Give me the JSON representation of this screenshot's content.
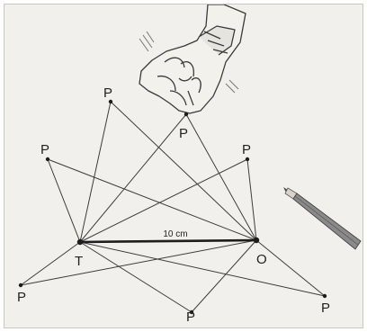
{
  "figure": {
    "base_points": [
      {
        "id": "T",
        "label": "T"
      },
      {
        "id": "O",
        "label": "O"
      }
    ],
    "baseline_label": "10 cm",
    "p_points": [
      {
        "id": "p1",
        "label": "P"
      },
      {
        "id": "p2",
        "label": "P"
      },
      {
        "id": "p3",
        "label": "P"
      },
      {
        "id": "p4",
        "label": "P"
      },
      {
        "id": "p5",
        "label": "P"
      },
      {
        "id": "p6",
        "label": "P"
      },
      {
        "id": "p7",
        "label": "P"
      }
    ],
    "icons": [
      "hand-icon",
      "pencil-icon"
    ]
  }
}
